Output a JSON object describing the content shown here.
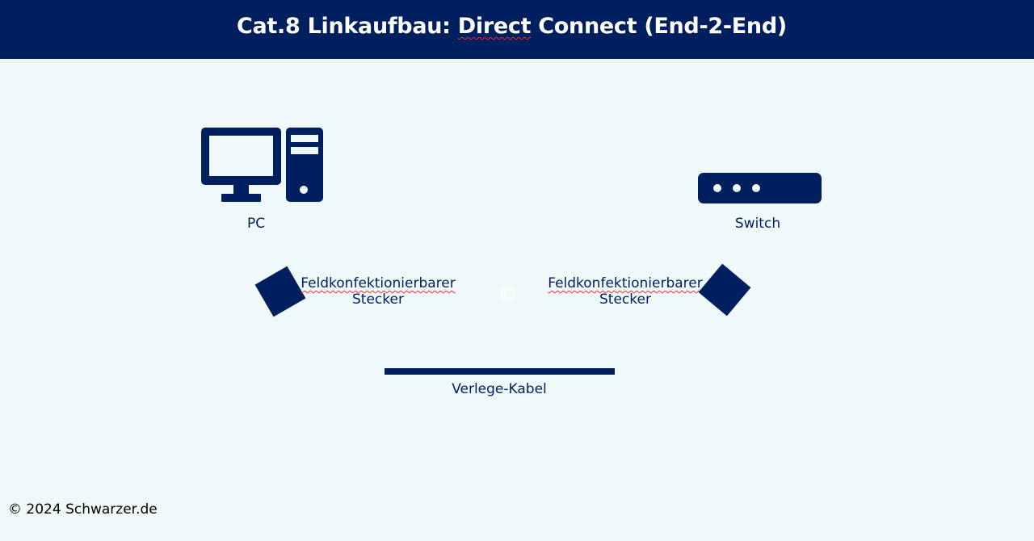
{
  "header": {
    "title_part1": "Cat.8 Linkaufbau: ",
    "title_part2": "Direct",
    "title_part3": " Connect (End-2-End)",
    "background_color": "#001f5f",
    "text_color": "#ffffff"
  },
  "devices": {
    "pc_label": "PC",
    "switch_label": "Switch",
    "pc_icon": "desktop-computer-icon",
    "switch_icon": "network-switch-icon"
  },
  "connectors": {
    "left": {
      "line1": "Feldkonfektionierbarer",
      "line2": "Stecker"
    },
    "right": {
      "line1": "Feldkonfektionierbarer",
      "line2": "Stecker"
    }
  },
  "center_mark": "©",
  "cable": {
    "label": "Verlege-Kabel"
  },
  "footer": {
    "text": "© 2024 Schwarzer.de"
  },
  "colors": {
    "accent": "#001f5f",
    "background": "#f0f9fa",
    "spellcheck": "#e0303a"
  }
}
